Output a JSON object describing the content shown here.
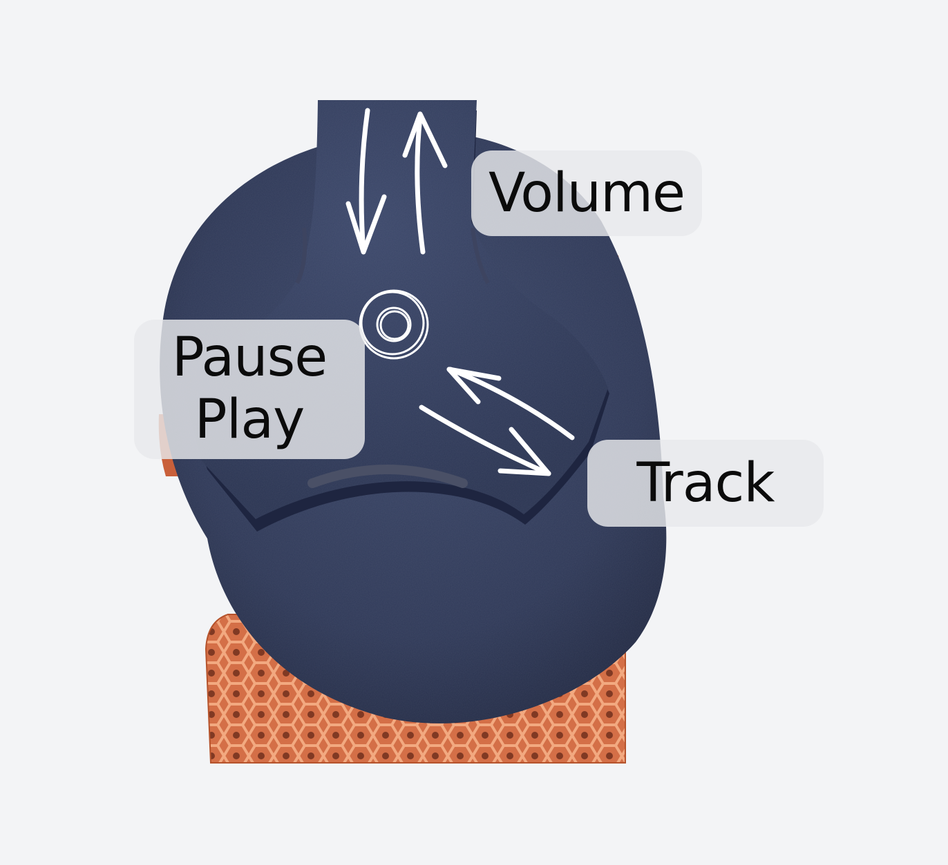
{
  "labels": {
    "volume": "Volume",
    "pause_line1": "Pause",
    "pause_line2": "Play",
    "track": "Track"
  },
  "colors": {
    "background": "#f3f4f6",
    "earcup_navy": "#2f3a5a",
    "mesh_copper": "#d2683e",
    "gesture_white": "#ffffff"
  },
  "icons": {
    "volume_gesture": "swipe-up-down-arrows-icon",
    "pause_gesture": "tap-circle-icon",
    "track_gesture": "swipe-forward-back-arrows-icon"
  }
}
